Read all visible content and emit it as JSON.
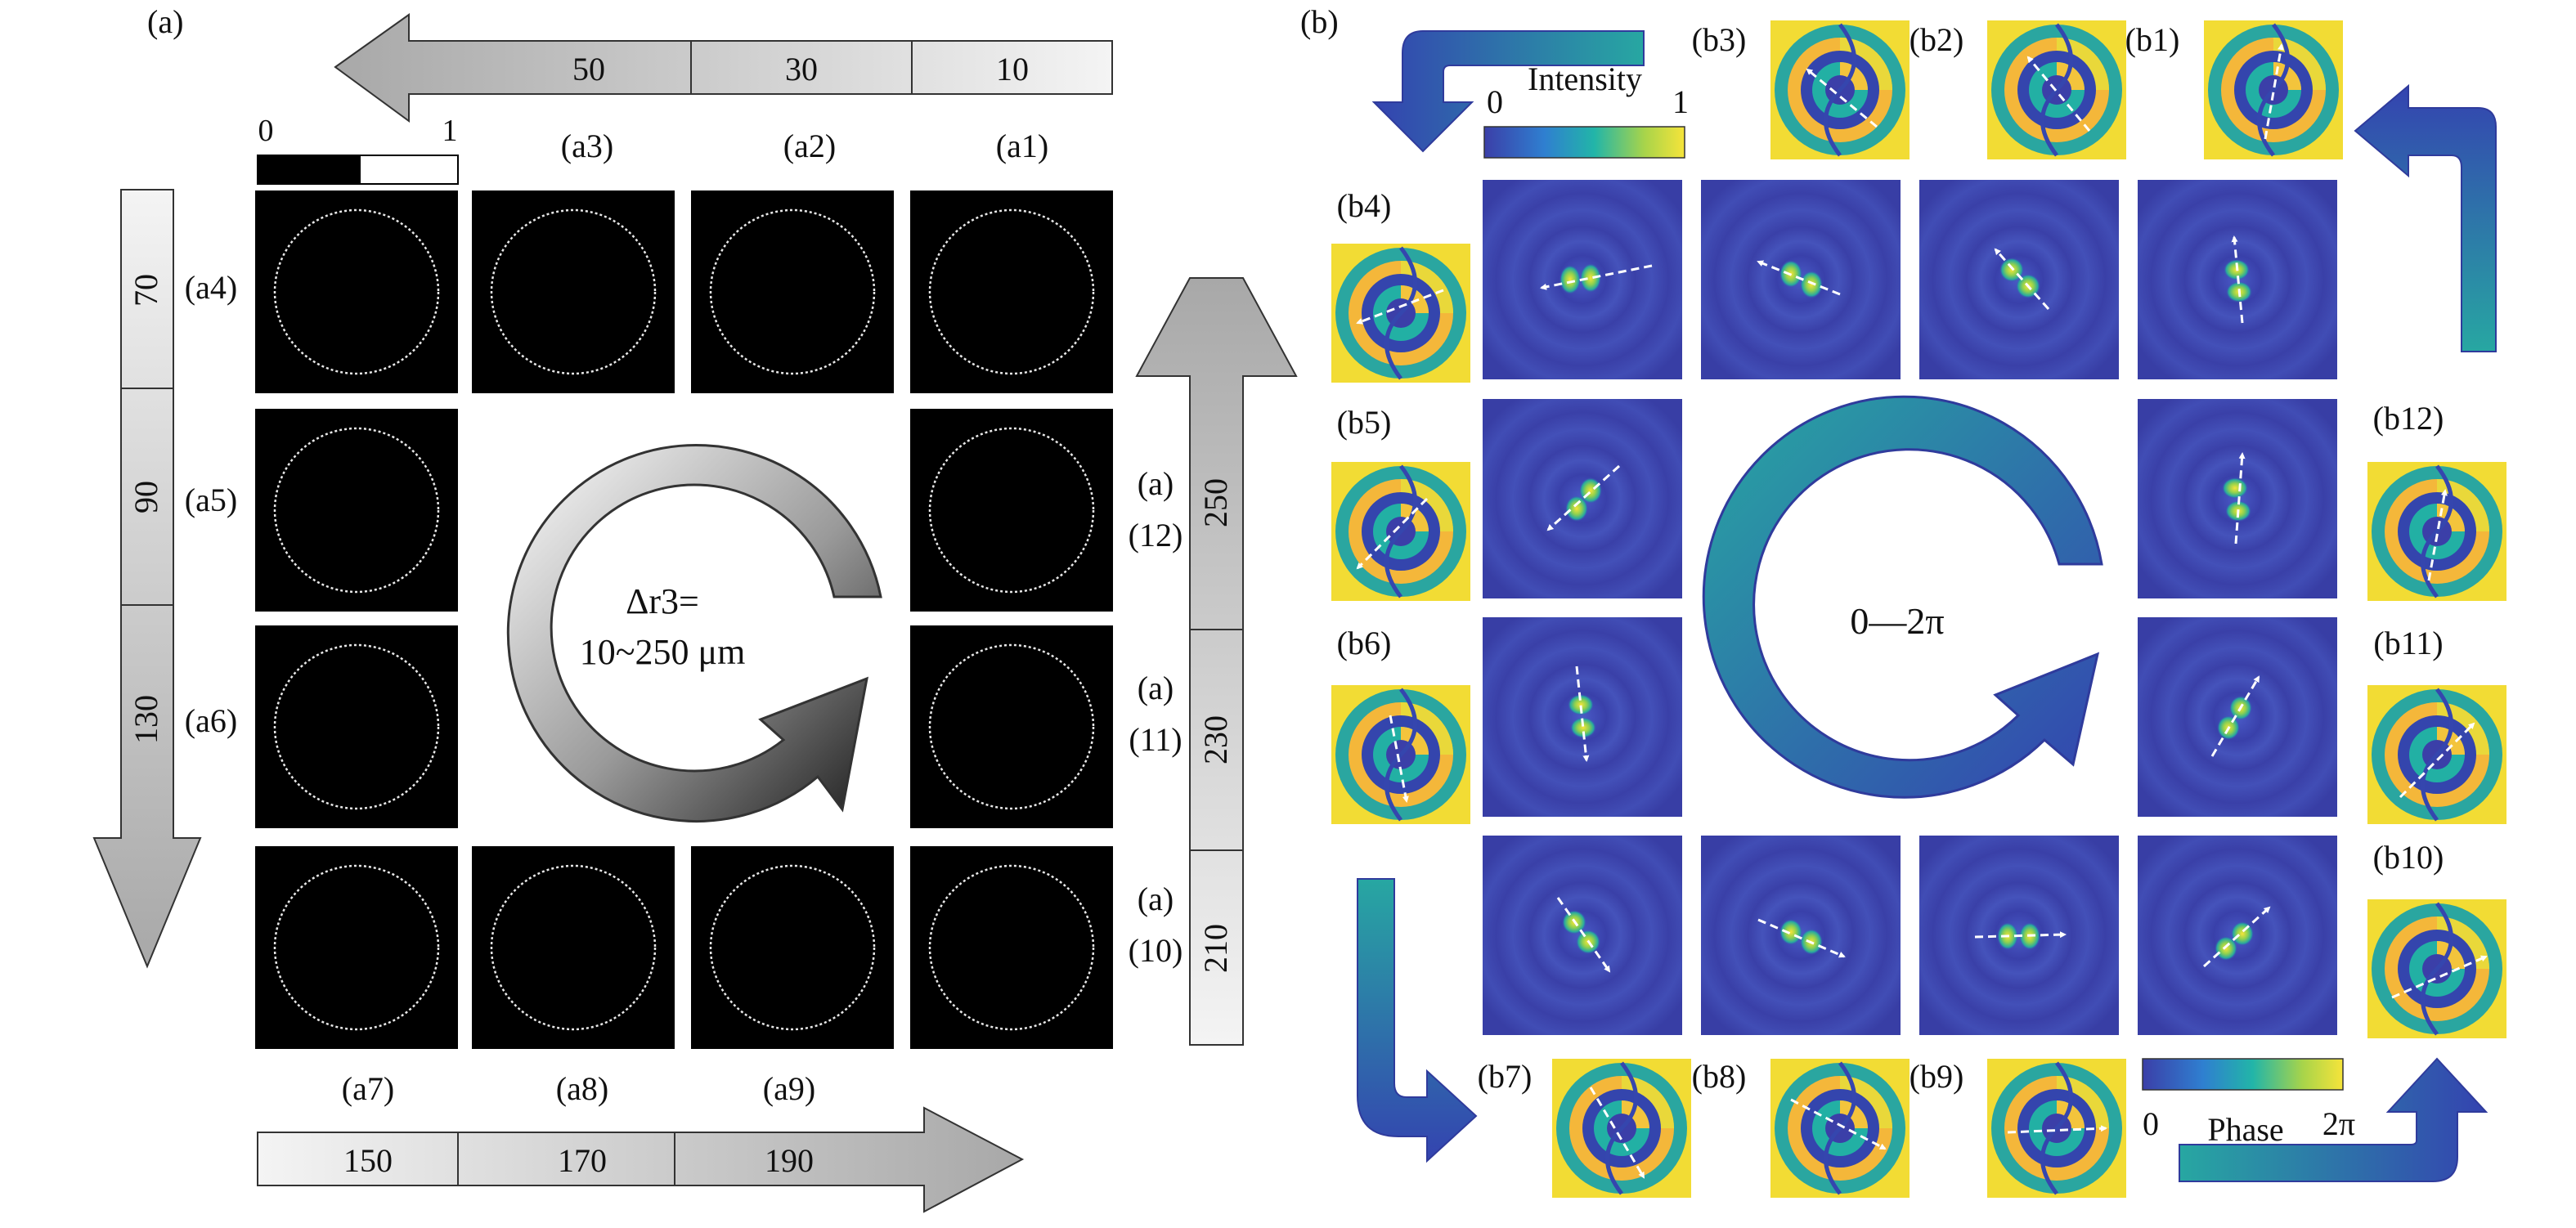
{
  "panel_a": {
    "letter": "(a)",
    "mask_colorbar": {
      "min": "0",
      "max": "1"
    },
    "top_arrow": [
      "50",
      "30",
      "10"
    ],
    "left_arrow": [
      "70",
      "90",
      "130"
    ],
    "right_arrow": [
      "250",
      "230",
      "210"
    ],
    "bottom_arrow": [
      "150",
      "170",
      "190"
    ],
    "labels": {
      "a1": "(a1)",
      "a2": "(a2)",
      "a3": "(a3)",
      "a4": "(a4)",
      "a5": "(a5)",
      "a6": "(a6)",
      "a7": "(a7)",
      "a8": "(a8)",
      "a9": "(a9)",
      "a10_top": "(a)",
      "a10_bot": "(10)",
      "a11_top": "(a)",
      "a11_bot": "(11)",
      "a12_top": "(a)",
      "a12_bot": "(12)"
    },
    "center_line1": "Δr3=",
    "center_line2": "10~250 μm"
  },
  "panel_b": {
    "letter": "(b)",
    "intensity_bar": {
      "title": "Intensity",
      "min": "0",
      "max": "1"
    },
    "phase_bar": {
      "title": "Phase",
      "min": "0",
      "max": "2π"
    },
    "center": "0—2π",
    "labels": {
      "b1": "(b1)",
      "b2": "(b2)",
      "b3": "(b3)",
      "b4": "(b4)",
      "b5": "(b5)",
      "b6": "(b6)",
      "b7": "(b7)",
      "b8": "(b8)",
      "b9": "(b9)",
      "b10": "(b10)",
      "b11": "(b11)",
      "b12": "(b12)"
    }
  },
  "colors": {
    "arrow_gray": "#bdbdbd",
    "field_blue": "#3b3fa8",
    "viridis_teal": "#2aa6a0",
    "viridis_yellow": "#f6e43a"
  }
}
